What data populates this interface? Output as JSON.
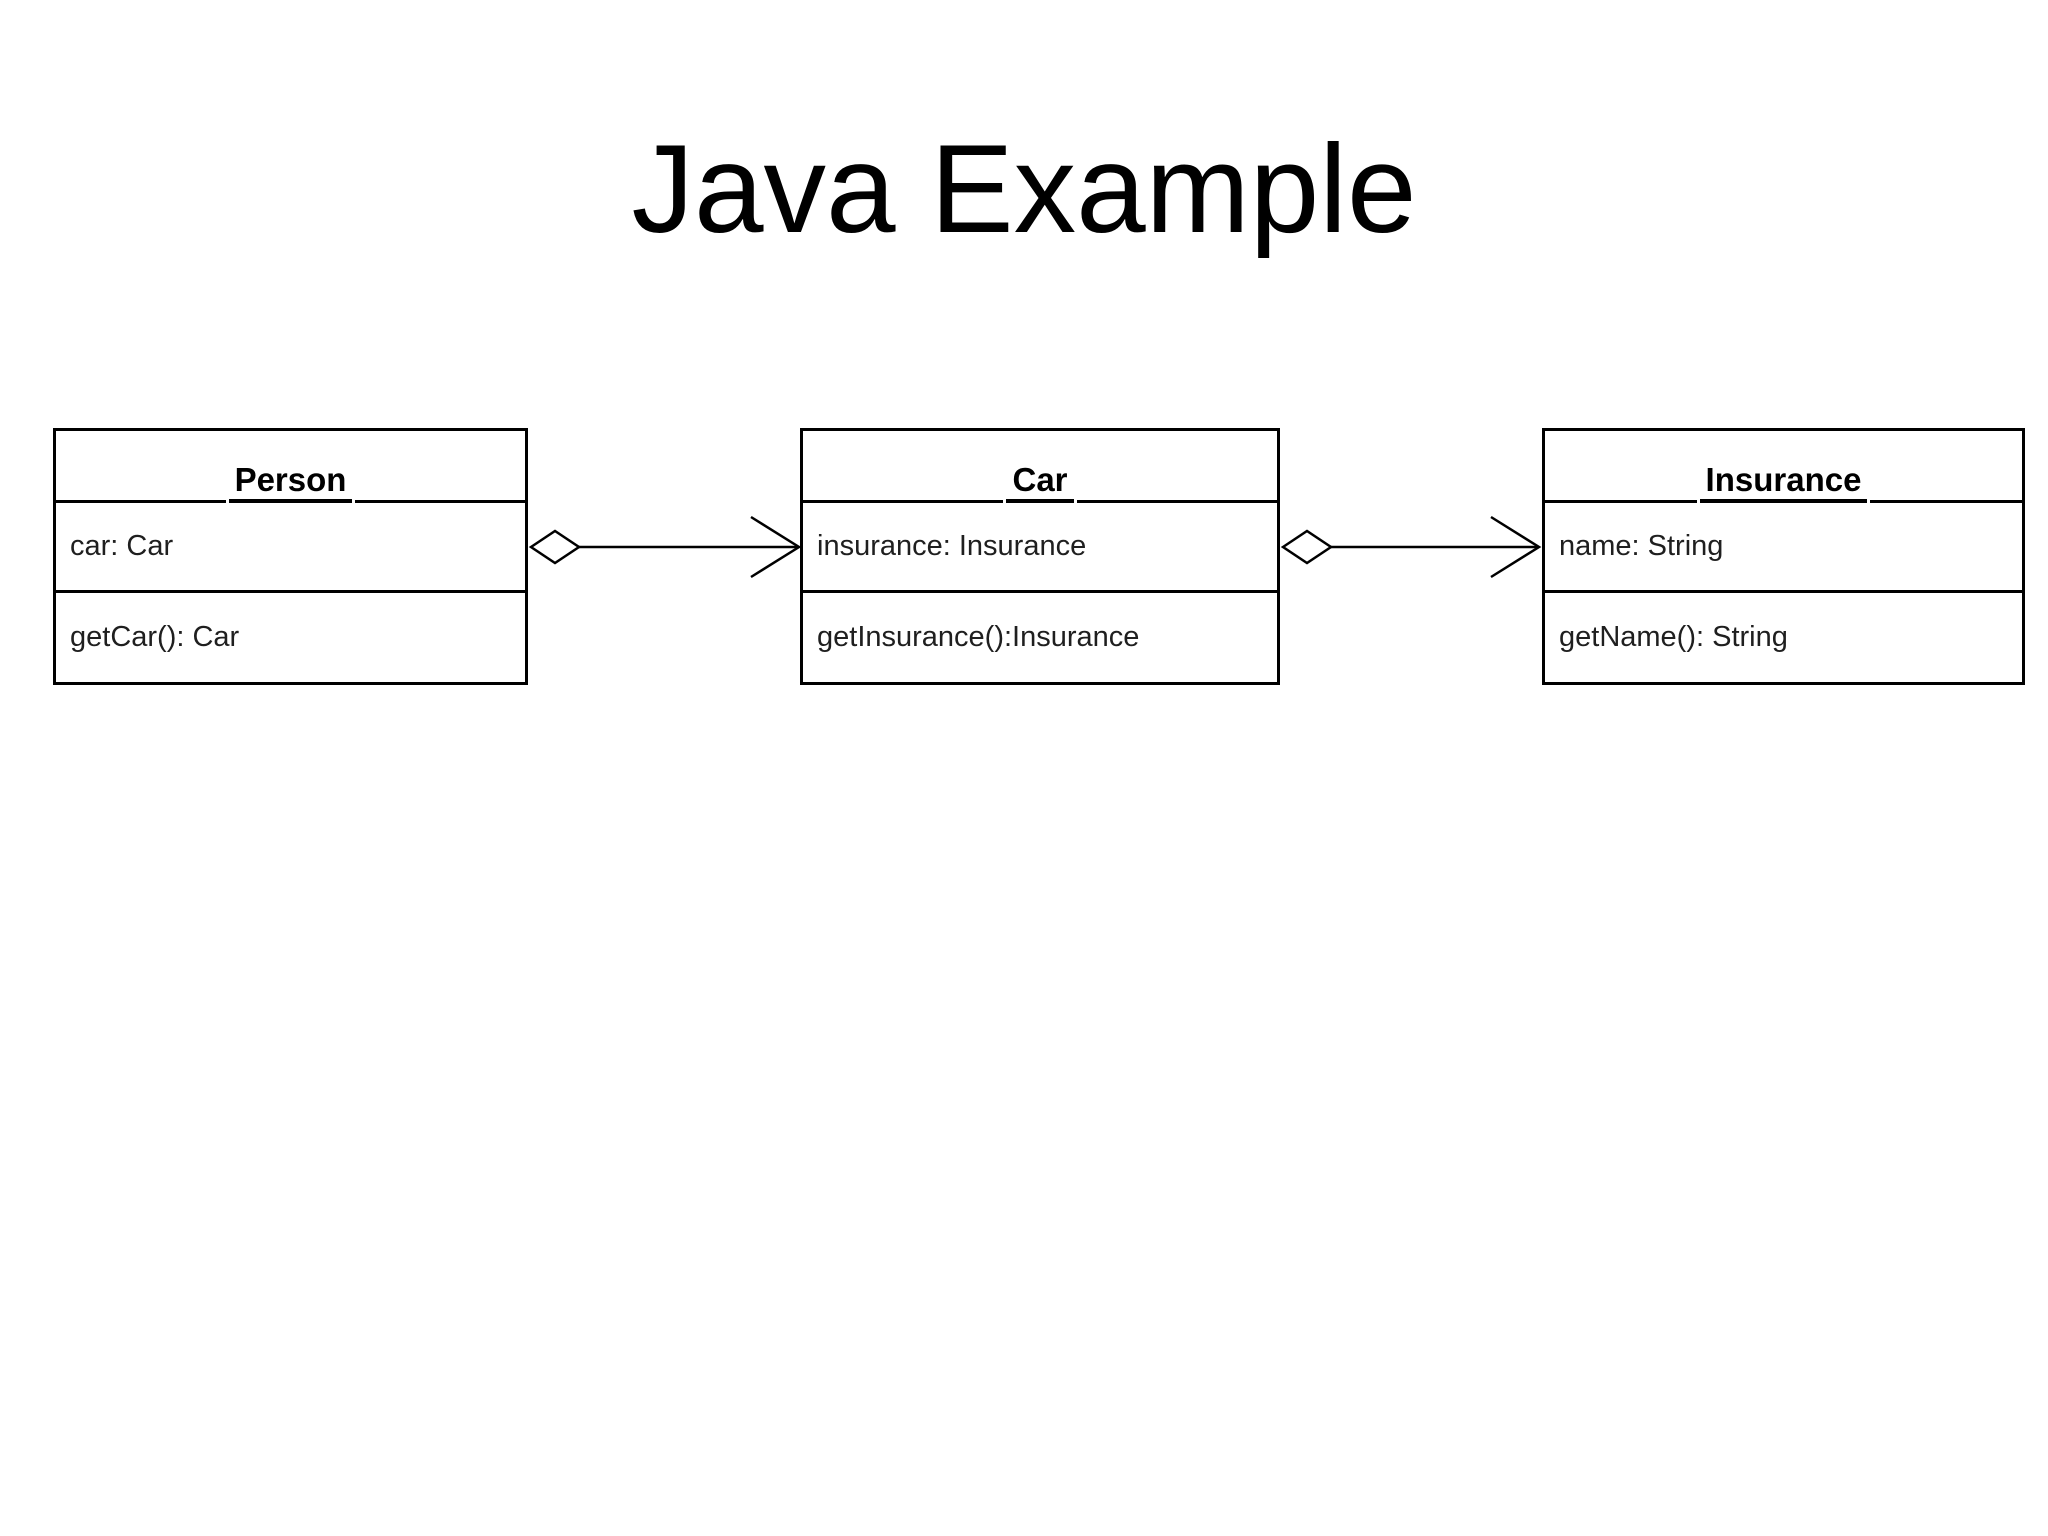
{
  "page": {
    "title": "Java Example"
  },
  "diagram": {
    "type": "uml-class-diagram",
    "classes": [
      {
        "name": "Person",
        "attributes": [
          "car: Car"
        ],
        "methods": [
          "getCar(): Car"
        ]
      },
      {
        "name": "Car",
        "attributes": [
          "insurance: Insurance"
        ],
        "methods": [
          "getInsurance():Insurance"
        ]
      },
      {
        "name": "Insurance",
        "attributes": [
          "name: String"
        ],
        "methods": [
          "getName(): String"
        ]
      }
    ],
    "relationships": [
      {
        "from": "Person",
        "to": "Car",
        "type": "aggregation",
        "diamond_at": "Person",
        "arrow_at": "Car"
      },
      {
        "from": "Car",
        "to": "Insurance",
        "type": "aggregation",
        "diamond_at": "Car",
        "arrow_at": "Insurance"
      }
    ],
    "colors": {
      "line": "#000000",
      "class_title": "#000000",
      "member_text": "#1f1f1f",
      "background": "#ffffff"
    }
  }
}
